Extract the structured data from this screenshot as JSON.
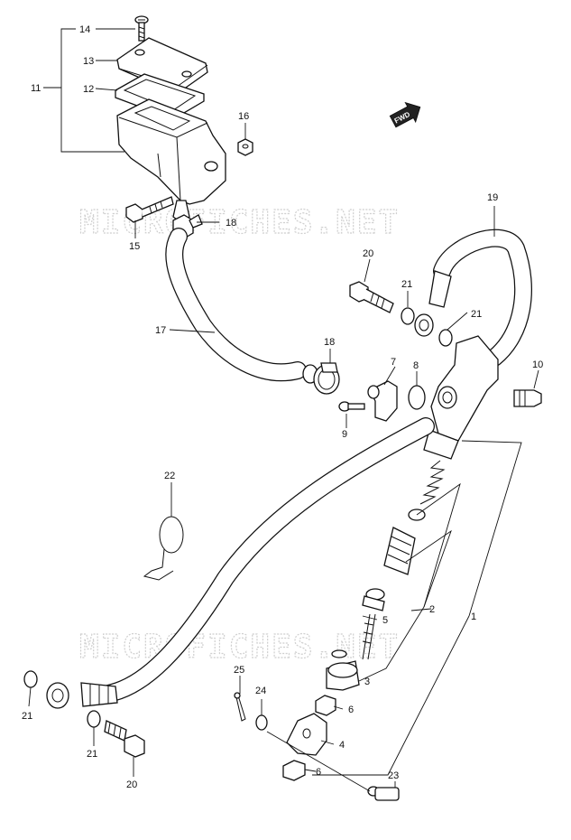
{
  "watermarks": [
    "MICROFICHES.NET",
    "MICROFICHES.NET"
  ],
  "fwd_label": "FWD",
  "callouts": {
    "c1": "1",
    "c2": "2",
    "c3": "3",
    "c4": "4",
    "c5": "5",
    "c6a": "6",
    "c6b": "6",
    "c7": "7",
    "c8": "8",
    "c9": "9",
    "c10": "10",
    "c11": "11",
    "c12": "12",
    "c13": "13",
    "c14": "14",
    "c15": "15",
    "c16": "16",
    "c17": "17",
    "c18a": "18",
    "c18b": "18",
    "c19": "19",
    "c20a": "20",
    "c20b": "20",
    "c21a": "21",
    "c21b": "21",
    "c21c": "21",
    "c21d": "21",
    "c22": "22",
    "c23": "23",
    "c24": "24",
    "c25": "25"
  }
}
